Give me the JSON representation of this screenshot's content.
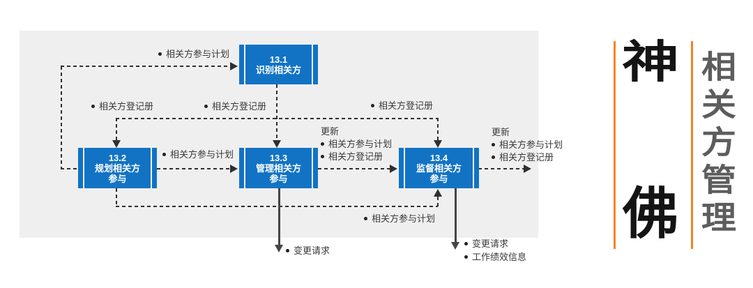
{
  "diagram": {
    "boxes": [
      {
        "id": "13.1",
        "lines": [
          "识别相关方",
          ""
        ]
      },
      {
        "id": "13.2",
        "lines": [
          "规划相关方",
          "参与"
        ]
      },
      {
        "id": "13.3",
        "lines": [
          "管理相关方",
          "参与"
        ]
      },
      {
        "id": "13.4",
        "lines": [
          "监督相关方",
          "参与"
        ]
      }
    ],
    "labels": {
      "plan_top": "相关方参与计划",
      "register_left": "相关方登记册",
      "register_mid": "相关方登记册",
      "register_right": "相关方登记册",
      "plan_12_to_13": "相关方参与计划",
      "update_mid": {
        "title": "更新",
        "items": [
          "相关方参与计划",
          "相关方登记册"
        ]
      },
      "update_right": {
        "title": "更新",
        "items": [
          "相关方参与计划",
          "相关方登记册"
        ]
      },
      "plan_bottom": "相关方参与计划",
      "change_request": "变更请求",
      "outputs_13_4": [
        "变更请求",
        "工作绩效信息"
      ]
    }
  },
  "logo": {
    "char_top": "神",
    "char_bottom": "佛",
    "vertical_title": "相关方管理"
  },
  "colors": {
    "process_blue": "#1273c4",
    "panel_gray": "#efefef",
    "connector": "#2f2f2f",
    "accent_orange": "#f58220",
    "title_gray": "#5d5d5d"
  }
}
